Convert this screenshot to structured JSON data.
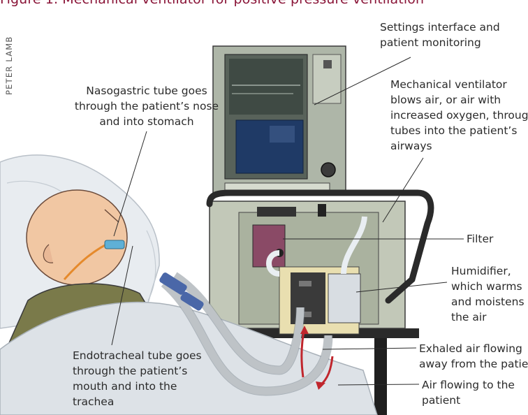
{
  "figure": {
    "title_prefix": "Figure 1.",
    "title_text": "Mechanical ventilator for positive pressure ventilation",
    "credit": "PETER LAMB",
    "labels": {
      "settings": [
        "Settings interface and",
        "patient monitoring"
      ],
      "ventilator": [
        "Mechanical ventilator",
        "blows air, or air with",
        "increased oxygen, through",
        "tubes into the patient’s",
        "airways"
      ],
      "nasogastric": [
        "Nasogastric tube goes",
        "through the patient’s nose",
        "and into stomach"
      ],
      "filter": [
        "Filter"
      ],
      "humidifier": [
        "Humidifier,",
        "which warms",
        "and moistens",
        "the air"
      ],
      "endotracheal": [
        "Endotracheal tube goes",
        "through the patient’s",
        "mouth and into the",
        "trachea"
      ],
      "exhaled": [
        "Exhaled air flowing",
        "away from the patient"
      ],
      "airflow": [
        "Air flowing to the",
        "patient"
      ]
    },
    "colors": {
      "title": "#8a1538",
      "arrow": "#c0262d",
      "leader": "#2b2b2b"
    }
  }
}
